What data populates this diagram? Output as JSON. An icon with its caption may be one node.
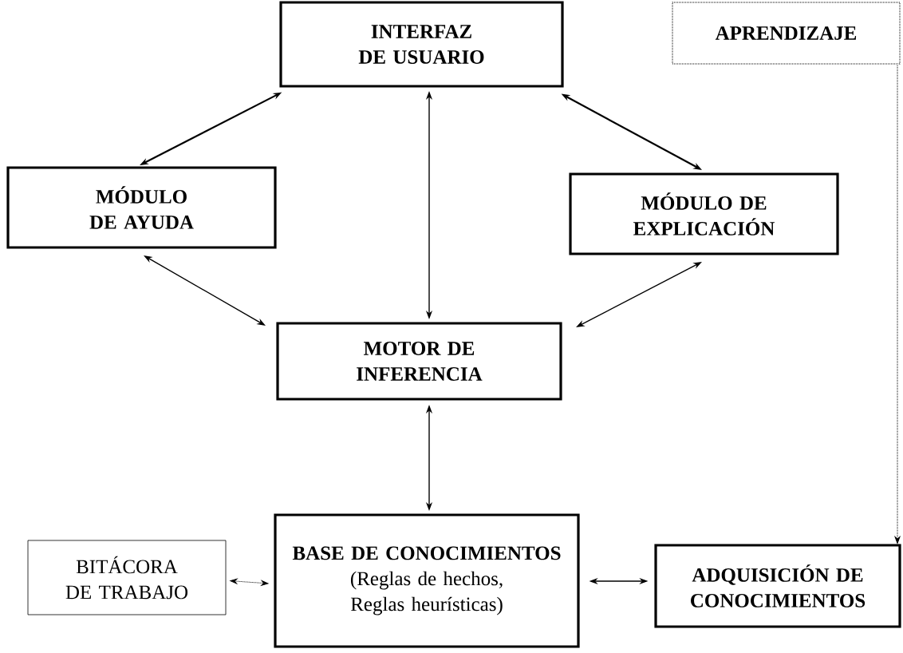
{
  "diagram": {
    "nodes": [
      {
        "text": [
          "INTERFAZ DE USUARIO"
        ]
      },
      {
        "text": [
          "APRENDIZAJE"
        ]
      },
      {
        "text": [
          "MÓDULO DE AYUDA"
        ]
      },
      {
        "text": [
          "MÓDULO DE EXPLICACIÓN"
        ]
      },
      {
        "text": [
          "MOTOR DE INFERENCIA"
        ]
      },
      {
        "text": [
          "BITÁCORA DE TRABAJO"
        ]
      },
      {
        "text": [
          "BASE DE CONOCIMIENTOS",
          "(Reglas de hechos, Reglas heurísticas)"
        ]
      },
      {
        "text": [
          "ADQUISICIÓN DE CONOCIMIENTOS"
        ]
      }
    ],
    "edges": [
      {
        "from": 0,
        "to": 2,
        "arrow": "both"
      },
      {
        "from": 0,
        "to": 3,
        "arrow": "both"
      },
      {
        "from": 0,
        "to": 4,
        "arrow": "both"
      },
      {
        "from": 2,
        "to": 4,
        "arrow": "both"
      },
      {
        "from": 3,
        "to": 4,
        "arrow": "both"
      },
      {
        "from": 4,
        "to": 6,
        "arrow": "both"
      },
      {
        "from": 5,
        "to": 6,
        "arrow": "both",
        "style": "dashed"
      },
      {
        "from": 6,
        "to": 7,
        "arrow": "both"
      },
      {
        "from": 1,
        "to": 7,
        "arrow": "to",
        "style": "dashed"
      }
    ]
  }
}
